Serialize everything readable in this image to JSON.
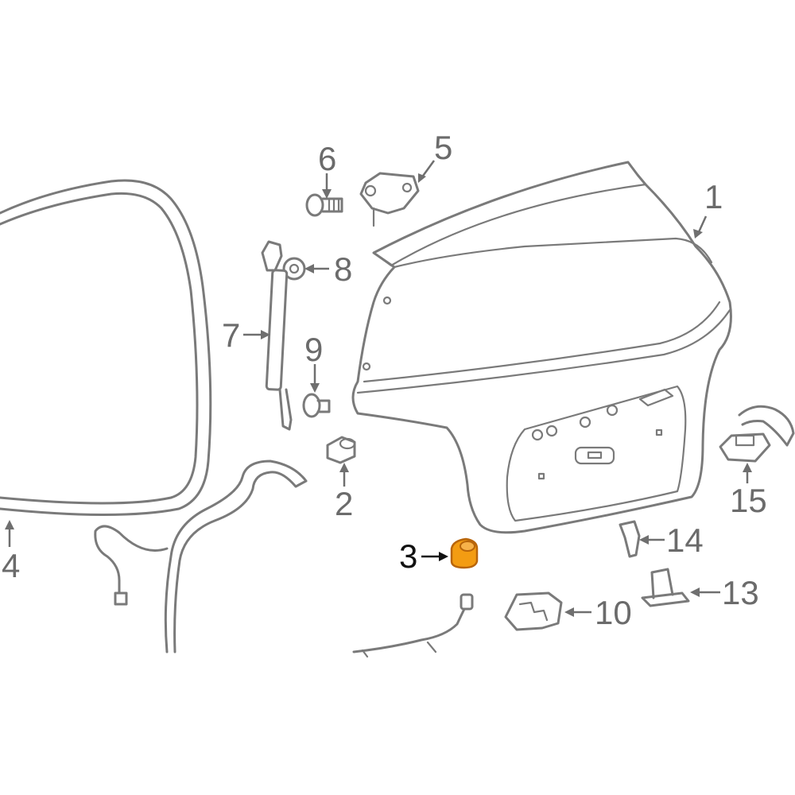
{
  "diagram": {
    "callouts": [
      {
        "id": "1",
        "label": "1"
      },
      {
        "id": "2",
        "label": "2"
      },
      {
        "id": "3",
        "label": "3"
      },
      {
        "id": "4",
        "label": "4"
      },
      {
        "id": "5",
        "label": "5"
      },
      {
        "id": "6",
        "label": "6"
      },
      {
        "id": "7",
        "label": "7"
      },
      {
        "id": "8",
        "label": "8"
      },
      {
        "id": "9",
        "label": "9"
      },
      {
        "id": "10",
        "label": "10"
      },
      {
        "id": "13",
        "label": "13"
      },
      {
        "id": "14",
        "label": "14"
      },
      {
        "id": "15",
        "label": "15"
      }
    ],
    "highlighted_part": "3",
    "colors": {
      "line": "#7a7a7a",
      "highlight": "#f39c12",
      "highlight_dark": "#b8650a",
      "background": "#ffffff"
    }
  }
}
